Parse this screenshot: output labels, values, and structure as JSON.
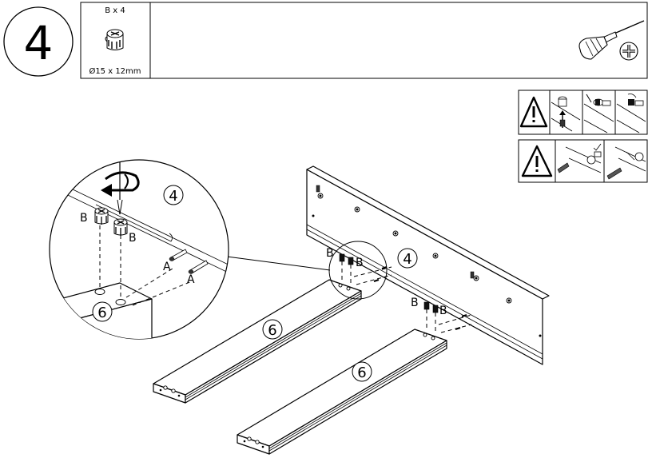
{
  "step": {
    "number": "4"
  },
  "parts_box": {
    "quantity_label": "B x 4",
    "size_label": "Ø15 x 12mm",
    "part_icon": "cam-lock-icon",
    "tool_icon": "phillips-screwdriver-icon"
  },
  "warnings": [
    {
      "icon": "warning-triangle-icon",
      "panels": [
        "cam-dowel-orientation-icon",
        "cam-insert-icon",
        "cam-turn-icon"
      ]
    },
    {
      "icon": "warning-triangle-icon",
      "panels": [
        "dowel-insert-correct-icon",
        "dowel-insert-wrong-icon"
      ]
    }
  ],
  "detail": {
    "part_badge_4": "4",
    "part_badge_6": "6",
    "label_b": "B",
    "label_a": "A"
  },
  "main": {
    "badge_4": "4",
    "badge_6": "6",
    "label_b": "B"
  }
}
